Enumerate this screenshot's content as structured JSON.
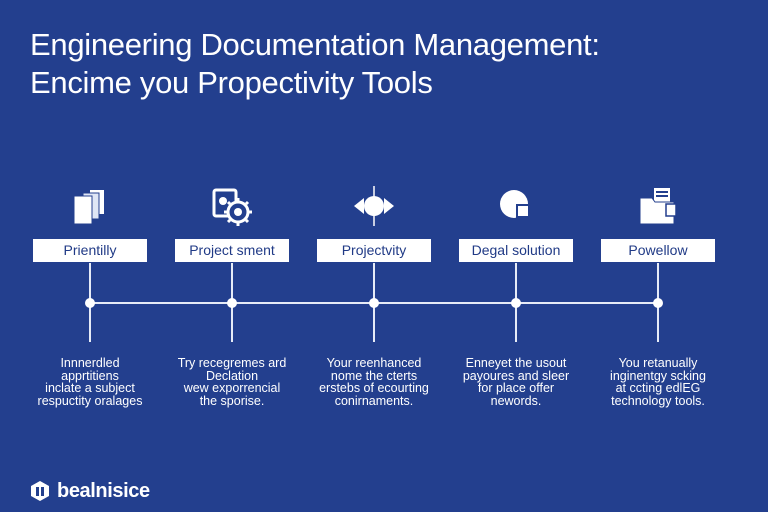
{
  "title": {
    "line1": "Engineering Documentation Management:",
    "line2": "Encime you Propectivity Tools"
  },
  "steps": [
    {
      "icon": "document-stack-icon",
      "label": "Prientilly",
      "description": [
        "Innnerdled",
        "apprtitiens",
        "inclate a subject",
        "respuctity oralages"
      ]
    },
    {
      "icon": "gear-document-icon",
      "label": "Project sment",
      "description": [
        "Try recegremes ard",
        "Declation",
        "wew exporrencial",
        "the sporise."
      ]
    },
    {
      "icon": "arrows-circle-icon",
      "label": "Projectvity",
      "description": [
        "Your reenhanced",
        "nome the cterts",
        "erstebs of ecourting",
        "conirnaments."
      ]
    },
    {
      "icon": "globe-tag-icon",
      "label": "Degal solution",
      "description": [
        "Enneyet the usout",
        "payoures and sleer",
        "for place offer",
        "newords."
      ]
    },
    {
      "icon": "folder-document-icon",
      "label": "Powellow",
      "description": [
        "You retanually",
        "inginentgy scking",
        "at ccting edlEG",
        "technology tools."
      ]
    }
  ],
  "brand": {
    "name": "bealnisice",
    "icon": "brand-logo-icon"
  },
  "colors": {
    "background": "#233f8e",
    "label_text": "#203a86",
    "foreground": "#ffffff"
  }
}
